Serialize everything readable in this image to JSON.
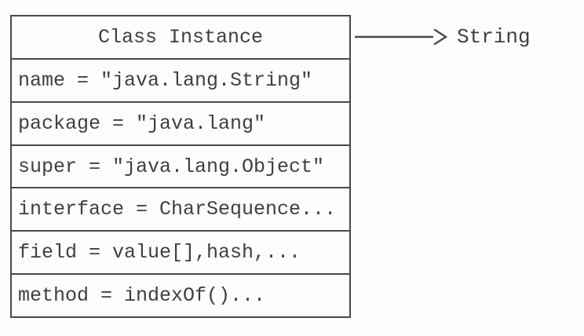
{
  "diagram": {
    "class_box": {
      "header": "Class Instance",
      "rows": [
        "name = \"java.lang.String\"",
        "package = \"java.lang\"",
        "super = \"java.lang.Object\"",
        "interface = CharSequence...",
        "field = value[],hash,...",
        "method = indexOf()..."
      ]
    },
    "arrow": {
      "label": "String"
    },
    "colors": {
      "border": "#4a4a4a",
      "text": "#3f3f3f",
      "background": "#fdfdfd"
    }
  }
}
